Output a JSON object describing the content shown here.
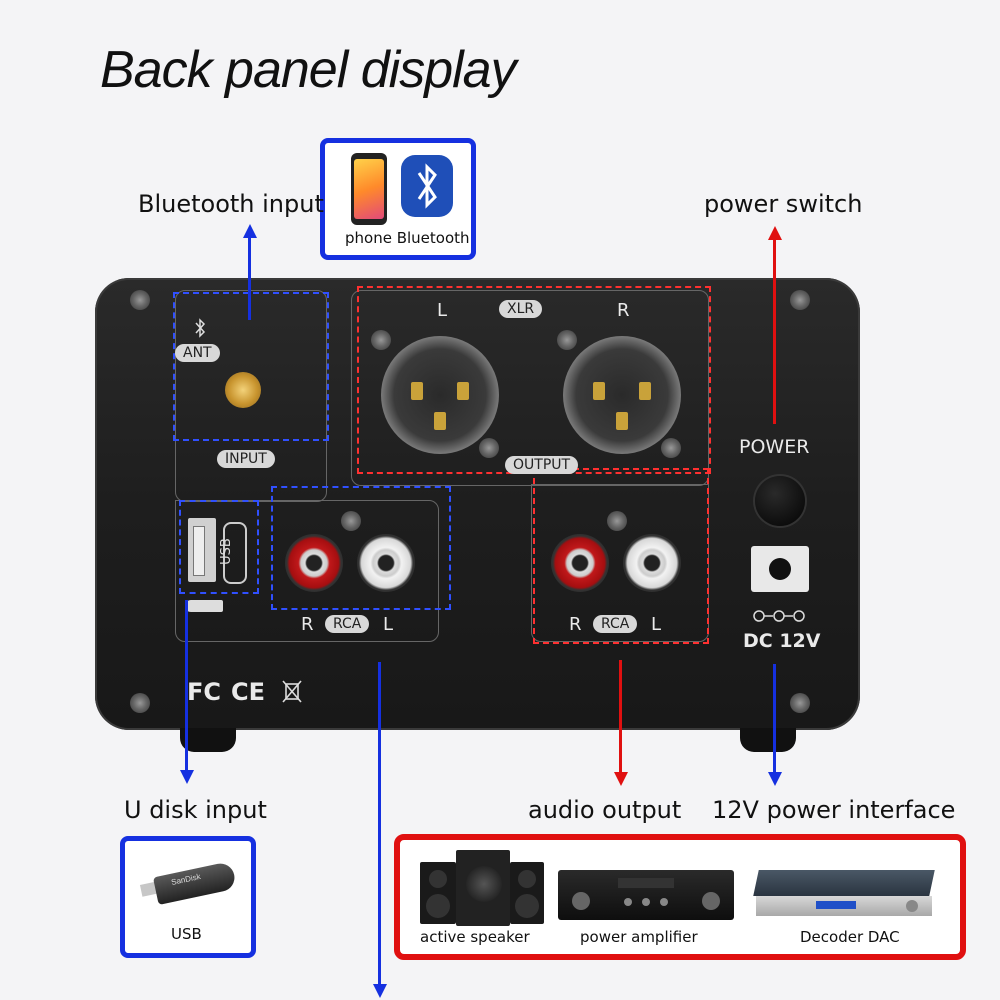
{
  "title": "Back panel display",
  "callouts": {
    "bluetooth_input": "Bluetooth input",
    "power_switch": "power switch",
    "u_disk_input": "U disk input",
    "audio_output": "audio output",
    "power_interface": "12V power interface"
  },
  "bluetooth_box": {
    "caption": "phone Bluetooth",
    "icons": [
      "phone-icon",
      "bluetooth-icon"
    ]
  },
  "usb_box": {
    "caption": "USB",
    "icon": "usb-flash-drive-icon",
    "brand": "SanDisk"
  },
  "output_box": {
    "items": [
      {
        "caption": "active speaker",
        "icon": "speaker-icon"
      },
      {
        "caption": "power amplifier",
        "icon": "amplifier-icon"
      },
      {
        "caption": "Decoder DAC",
        "icon": "dac-icon"
      }
    ]
  },
  "panel": {
    "ant_label": "ANT",
    "input_label": "INPUT",
    "usb_label": "USB",
    "xlr_label": "XLR",
    "xlr_left": "L",
    "xlr_right": "R",
    "output_label": "OUTPUT",
    "rca_input": {
      "left": "R",
      "mid": "RCA",
      "right": "L"
    },
    "rca_output": {
      "left": "R",
      "mid": "RCA",
      "right": "L"
    },
    "power_label": "POWER",
    "dc_label": "DC 12V",
    "certs": [
      "FC",
      "CE",
      "WEEE"
    ]
  },
  "colors": {
    "blue": "#1530e0",
    "red": "#e01010",
    "panel": "#1e1e1e"
  }
}
